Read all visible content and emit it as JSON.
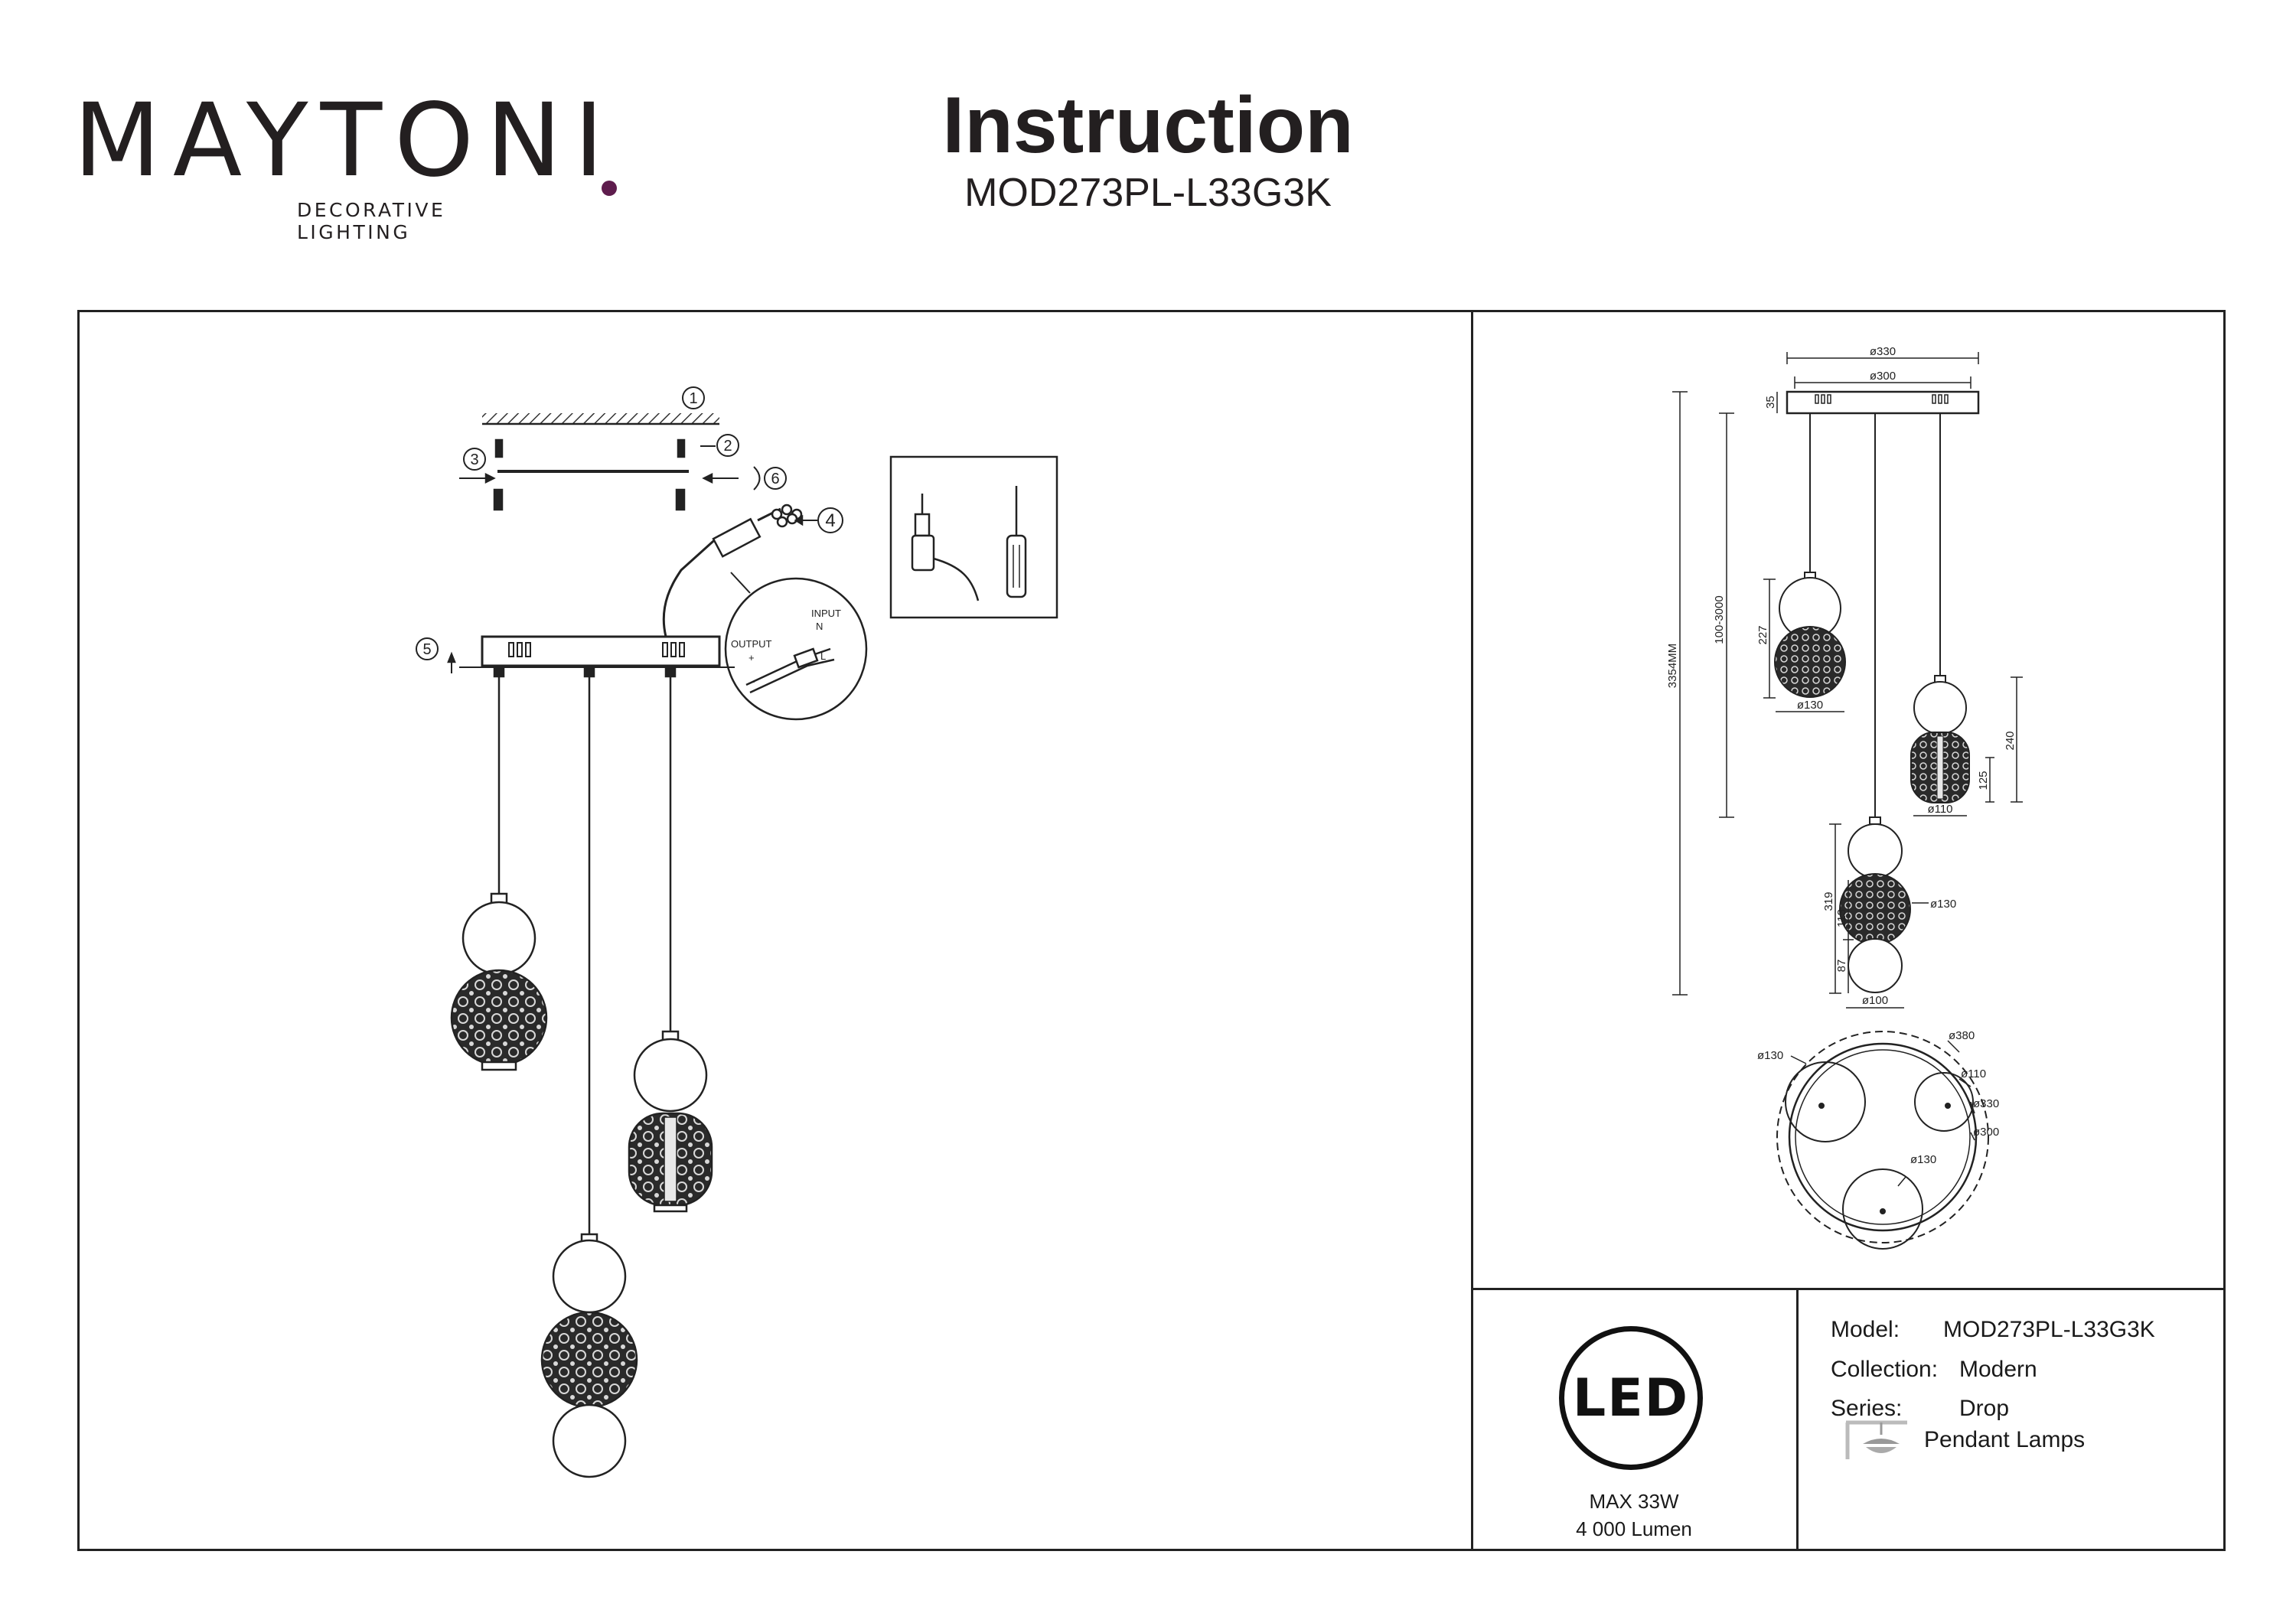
{
  "brand": {
    "name": "MAYTONI",
    "tagline": "DECORATIVE LIGHTING",
    "accent_color": "#5e1c4d"
  },
  "header": {
    "title": "Instruction",
    "model_code": "MOD273PL-L33G3K"
  },
  "assembly": {
    "steps": [
      "1",
      "2",
      "3",
      "4",
      "5",
      "6"
    ],
    "callout_labels": {
      "input": "INPUT",
      "output": "OUTPUT",
      "n": "N",
      "l": "L",
      "plus": "+",
      "minus": "-"
    },
    "tools": [
      "drill-icon",
      "screwdriver-icon"
    ]
  },
  "dimensions": {
    "d330_top": "ø330",
    "d300_top": "ø300",
    "h35": "35",
    "total_height": "3354MM",
    "cable_range": "100-3000",
    "pendant1_h": "227",
    "pendant1_d": "ø130",
    "pendant2_h": "240",
    "pendant2_h_lower": "125",
    "pendant2_d": "ø110",
    "pendant3_h": "319",
    "pendant3_h_mid": "113",
    "pendant3_h_low": "87",
    "pendant3_d_mid": "ø130",
    "pendant3_d_bottom": "ø100",
    "plan_d130_left": "ø130",
    "plan_d380": "ø380",
    "plan_d110": "ø110",
    "plan_d330": "ø330",
    "plan_d300": "ø300",
    "plan_d130_bottom": "ø130"
  },
  "led": {
    "label": "LED",
    "power": "MAX 33W",
    "lumen": "4 000 Lumen"
  },
  "specs": {
    "model_label": "Model:",
    "model_value": "MOD273PL-L33G3K",
    "collection_label": "Collection:",
    "collection_value": "Modern",
    "series_label": "Series:",
    "series_value": "Drop",
    "type_value": "Pendant Lamps",
    "type_icon": "pendant-lamp-icon"
  }
}
